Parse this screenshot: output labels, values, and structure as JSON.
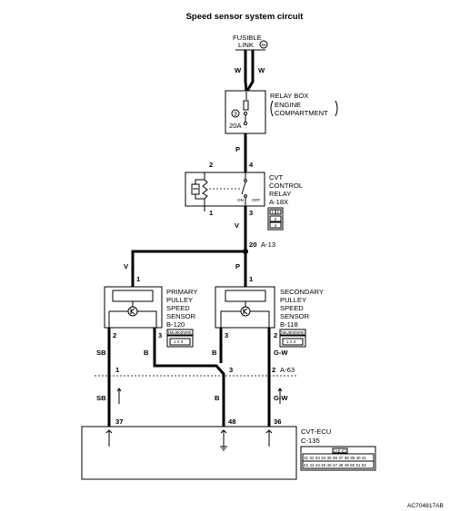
{
  "title": "Speed sensor system circuit",
  "fusible_link": {
    "label_line1": "FUSIBLE",
    "label_line2": "LINK",
    "number": "56"
  },
  "relay_box": {
    "label_line1": "RELAY BOX",
    "label_line2": "ENGINE",
    "label_line3": "COMPARTMENT",
    "fuse_number": "3",
    "fuse_rating": "20A"
  },
  "cvt_relay": {
    "label_line1": "CVT",
    "label_line2": "CONTROL",
    "label_line3": "RELAY",
    "connector": "A-18X",
    "on_label": "ON",
    "off_label": "OFF",
    "pin_2": "2",
    "pin_4": "4",
    "pin_1": "1",
    "pin_3": "3",
    "connector_pins": [
      "1",
      "2",
      "3",
      "4"
    ]
  },
  "junction": {
    "pin": "20",
    "connector": "A-13"
  },
  "primary_sensor": {
    "label_line1": "PRIMARY",
    "label_line2": "PULLEY",
    "label_line3": "SPEED",
    "label_line4": "SENSOR",
    "connector": "B-120",
    "connector_tag": "(MU802509)",
    "pin_1": "1",
    "pin_2": "2",
    "pin_3": "3",
    "face_pins": "1 2 3"
  },
  "secondary_sensor": {
    "label_line1": "SECONDARY",
    "label_line2": "PULLEY",
    "label_line3": "SPEED",
    "label_line4": "SENSOR",
    "connector": "B-118",
    "connector_tag": "(MU802509)",
    "pin_1": "1",
    "pin_3": "3",
    "pin_2": "2",
    "face_pins": "1 2 3"
  },
  "a63": {
    "pin_1": "1",
    "pin_3": "3",
    "pin_2": "2",
    "connector": "A-63"
  },
  "ecu": {
    "label": "CVT-ECU",
    "connector": "C-135",
    "pin_37": "37",
    "pin_48": "48",
    "pin_36": "36",
    "connector_tag": "(AE-E)",
    "row1": "31 32 33 34 35 36 37 38 39 40 41",
    "row2": "42 43 44 45 46 47 48 49 50 51 52"
  },
  "wires": {
    "w1": "W",
    "w2": "W",
    "p_relay": "P",
    "v_relay": "V",
    "v_primary": "V",
    "p_secondary": "P",
    "sb_upper": "SB",
    "b_upper": "B",
    "b_secondary": "B",
    "gw_upper": "G-W",
    "sb_lower": "SB",
    "b_lower": "B",
    "gw_lower": "G-W"
  },
  "figure_code": "AC704817AB"
}
